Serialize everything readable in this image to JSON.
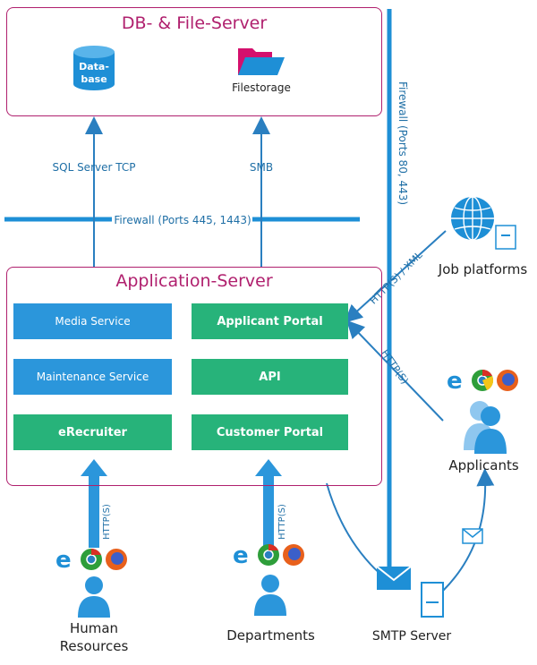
{
  "db_server": {
    "title": "DB- & File-Server",
    "database_label_1": "Data-",
    "database_label_2": "base",
    "filestorage_label": "Filestorage"
  },
  "links": {
    "sql": "SQL Server TCP",
    "smb": "SMB",
    "firewall_horizontal": "Firewall (Ports 445, 1443)",
    "firewall_vertical": "Firewall (Ports 80, 443)",
    "https_xml": "HTTP(S) / XML",
    "https_applicants": "HTTP(S)",
    "https_hr": "HTTP(S)",
    "https_departments": "HTTP(S)"
  },
  "app_server": {
    "title": "Application-Server",
    "media_service": "Media Service",
    "maintenance_service": "Maintenance Service",
    "erecruiter": "eRecruiter",
    "applicant_portal": "Applicant Portal",
    "api": "API",
    "customer_portal": "Customer Portal"
  },
  "actors": {
    "job_platforms": "Job platforms",
    "applicants": "Applicants",
    "human_resources_1": "Human",
    "human_resources_2": "Resources",
    "departments": "Departments",
    "smtp_server": "SMTP Server"
  },
  "colors": {
    "frame": "#b0206e",
    "service_blue": "#2b96db",
    "portal_green": "#27b37a",
    "firewall": "#1e8fd6"
  }
}
